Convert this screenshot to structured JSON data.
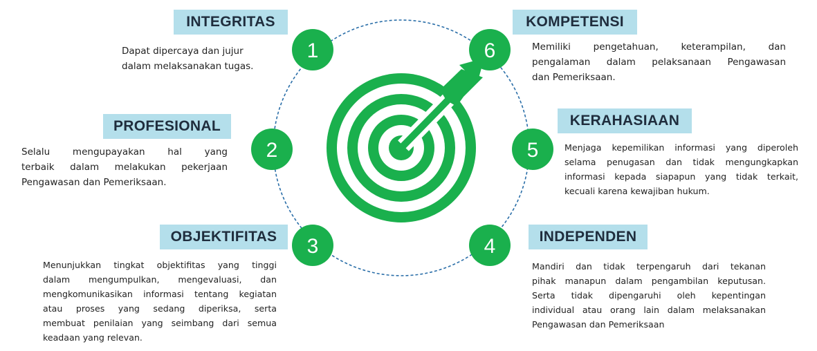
{
  "colors": {
    "accent_green": "#1ab04d",
    "title_bg": "#b4dfeb",
    "ring_blue": "#2a6ea8"
  },
  "icons": {
    "center": "target-arrow-icon"
  },
  "values": [
    {
      "number": "1",
      "title": "INTEGRITAS",
      "lines": [
        "Dapat dipercaya dan  jujur",
        "dalam  melaksanakan tugas."
      ]
    },
    {
      "number": "2",
      "title": "PROFESIONAL",
      "lines": [
        "Selalu mengupayakan   hal yang",
        "terbaik dalam  melakukan pekerjaan",
        "Pengawasan dan  Pemeriksaan."
      ]
    },
    {
      "number": "3",
      "title": "OBJEKTIFITAS",
      "lines": [
        "Menunjukkan tingkat   objektifitas yang tinggi",
        "dalam    mengumpulkan,   mengevaluasi,   dan",
        "mengkomunikasikan informasi tentang kegiatan",
        "atau  proses    yang sedang diperiksa,    serta",
        "membuat  penilaian yang  seimbang dari semua",
        "keadaan yang relevan."
      ]
    },
    {
      "number": "4",
      "title": "INDEPENDEN",
      "lines": [
        "Mandiri dan tidak   terpengaruh dari   tekanan",
        "pihak manapun dalam pengambilan keputusan.",
        "Serta tidak    dipengaruhi oleh    kepentingan",
        "individual  atau orang lain dalam melaksanakan",
        "Pengawasan dan  Pemeriksaan"
      ]
    },
    {
      "number": "5",
      "title": "KERAHASIAAN",
      "lines": [
        "Menjaga kepemilikan  informasi yang  diperoleh",
        "selama  penugasan dan tidak  mengungkapkan",
        "informasi kepada   siapapun yang tidak  terkait,",
        "kecuali karena  kewajiban hukum."
      ]
    },
    {
      "number": "6",
      "title": "KOMPETENSI",
      "lines": [
        "Memiliki  pengetahuan,    keterampilan,  dan",
        "pengalaman dalam pelaksanaan  Pengawasan",
        "dan  Pemeriksaan."
      ]
    }
  ]
}
